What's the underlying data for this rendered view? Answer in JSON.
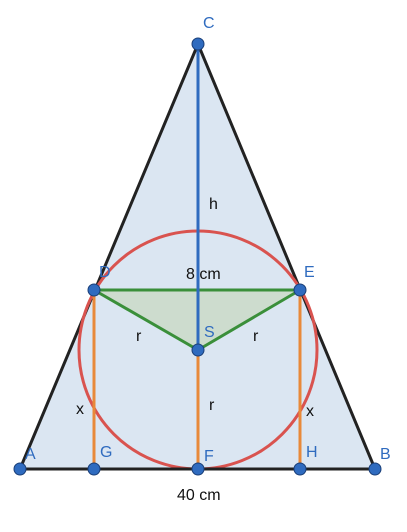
{
  "points": {
    "A": "A",
    "B": "B",
    "C": "C",
    "D": "D",
    "E": "E",
    "F": "F",
    "G": "G",
    "H": "H",
    "S": "S"
  },
  "labels": {
    "height": "h",
    "top_width": "8 cm",
    "radius_left": "r",
    "radius_right": "r",
    "radius_down": "r",
    "side_left": "x",
    "side_right": "x",
    "base": "40 cm"
  },
  "colors": {
    "triangle_fill": "#dbe6f2",
    "triangle_stroke": "#222222",
    "circle": "#d9534f",
    "green": "#3a8f3a",
    "green_fill": "#c9d9c4",
    "orange": "#e8893a",
    "blue": "#2f6bbf"
  }
}
